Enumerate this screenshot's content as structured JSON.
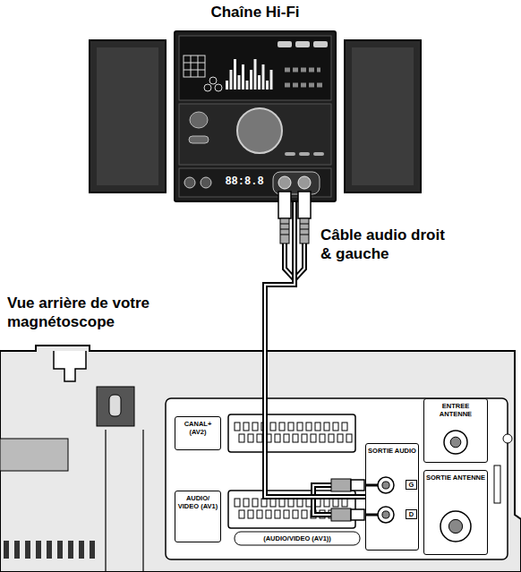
{
  "diagram": {
    "nodes": [
      {
        "text": [
          "Chaîne Hi-Fi"
        ]
      },
      {
        "text": [
          "Vue arrière de votre magnétoscope"
        ]
      },
      {
        "text": [
          "CANAL+ (AV2)"
        ],
        "in": 1
      },
      {
        "text": [
          "AUDIO/ VIDEO (AV1)"
        ],
        "in": 1
      },
      {
        "text": [
          "SORTIE AUDIO"
        ],
        "in": 1
      },
      {
        "text": [
          "ENTREE ANTENNE"
        ],
        "in": 1
      },
      {
        "text": [
          "SORTIE ANTENNE"
        ],
        "in": 1
      }
    ],
    "edges": [
      {
        "from": 0,
        "to": 4,
        "arrow": "none",
        "label": "Câble audio droit & gauche"
      }
    ],
    "labels": [
      "G",
      "D",
      "(AUDIO/VIDEO (AV1))",
      "88:8.8"
    ]
  }
}
